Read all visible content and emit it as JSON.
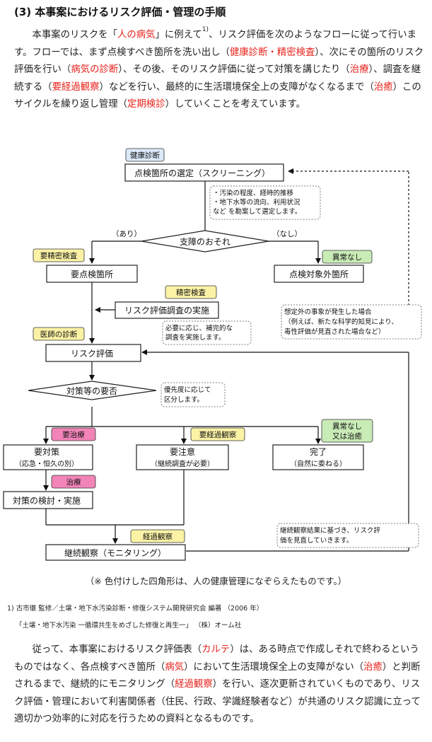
{
  "title": "(3) 本事案におけるリスク評価・管理の手順",
  "intro": {
    "t1": "本事案のリスクを「",
    "r1": "人の病気",
    "t2": "」に例えて",
    "sup": "1)",
    "t3": "、リスク評価を次のようなフローに従って行います。フローでは、まず点検すべき箇所を洗い出し（",
    "r2": "健康診断・精密検査",
    "t4": "）、次にその箇所のリスク評価を行い（",
    "r3": "病気の診断",
    "t5": "）、その後、そのリスク評価に従って対策を講じたり（",
    "r4": "治療",
    "t6": "）、調査を継続する（",
    "r5": "要経過観察",
    "t7": "）などを行い、最終的に生活環境保全上の支障がなくなるまで（",
    "r6": "治癒",
    "t8": "）このサイクルを繰り返し管理（",
    "r7": "定期検診",
    "t9": "）していくことを考えています。"
  },
  "flow": {
    "tags": {
      "kenko": "健康診断",
      "yoseimitsu": "要精密検査",
      "seimitsu": "精密検査",
      "ishi": "医師の診断",
      "ijounashi": "異常なし",
      "yochiryo": "要治療",
      "yokeika": "要経過観察",
      "ijounashi2a": "異常なし",
      "ijounashi2b": "又は治癒",
      "chiryo": "治療",
      "keika": "経過観察"
    },
    "boxes": {
      "screening": "点検箇所の選定（スクリーニング）",
      "youtenken": "要点検箇所",
      "taishogai": "点検対象外箇所",
      "chosa": "リスク評価調査の実施",
      "hyoka": "リスク評価",
      "taisaku1": "要対策",
      "taisaku2": "（応急・恒久の別）",
      "chui1": "要注意",
      "chui2": "（継続調査が必要）",
      "kanryo1": "完了",
      "kanryo2": "（自然に委ねる）",
      "kento": "対策の検討・実施",
      "monitor": "継続観察（モニタリング）"
    },
    "decisions": {
      "shisho": "支障のおそれ",
      "taisaku": "対策等の要否"
    },
    "branch": {
      "ari": "（あり）",
      "nashi": "（なし）"
    },
    "notes": {
      "n1": [
        "・汚染の程度、経時的推移",
        "・地下水等の流向、利用状況",
        "など を勘案して選定します。"
      ],
      "n2": [
        "必要に応じ、補完的な",
        "調査を実施します。"
      ],
      "n3": [
        "想定外の事象が発生した場合",
        "（例えば、新たな科学的知見により、",
        "毒性評価が見直された場合など）"
      ],
      "n4": [
        "優先度に応じて",
        "区分します。"
      ],
      "n5": [
        "継続観察結果に基づき、リスク評",
        "価を見直していきます。"
      ]
    }
  },
  "caption": "（※ 色付けした四角形は、人の健康管理になぞらえたものです。）",
  "reference": {
    "line1": "1) 古市徹 監修／土壌・地下水汚染診断・修復システム開発研究会 編著 （2006 年）",
    "line2": "「土壌・地下水汚染 一循環共生をめざした修復と再生一」 （株）オーム社"
  },
  "closing": {
    "t1": "従って、本事案におけるリスク評価表（",
    "r1": "カルテ",
    "t2": "）は、ある時点で作成しそれで終わるというものではなく、各点検すべき箇所（",
    "r2": "病気",
    "t3": "）において生活環境保全上の支障がない（",
    "r3": "治癒",
    "t4": "）と判断されるまで、継続的にモニタリング（",
    "r4": "経過観察",
    "t5": "）を行い、逐次更新されていくものであり、リスク評価・管理において利害関係者（住民、行政、学識経験者など）が共通のリスク認識に立って適切かつ効率的に対応を行うための資料となるものです。"
  },
  "colors": {
    "red_text": "#e8221b",
    "tag_blue": "#dbe9fa",
    "tag_yellow": "#fbf2a6",
    "tag_green": "#c9ebb6",
    "tag_pink": "#f284b8"
  }
}
